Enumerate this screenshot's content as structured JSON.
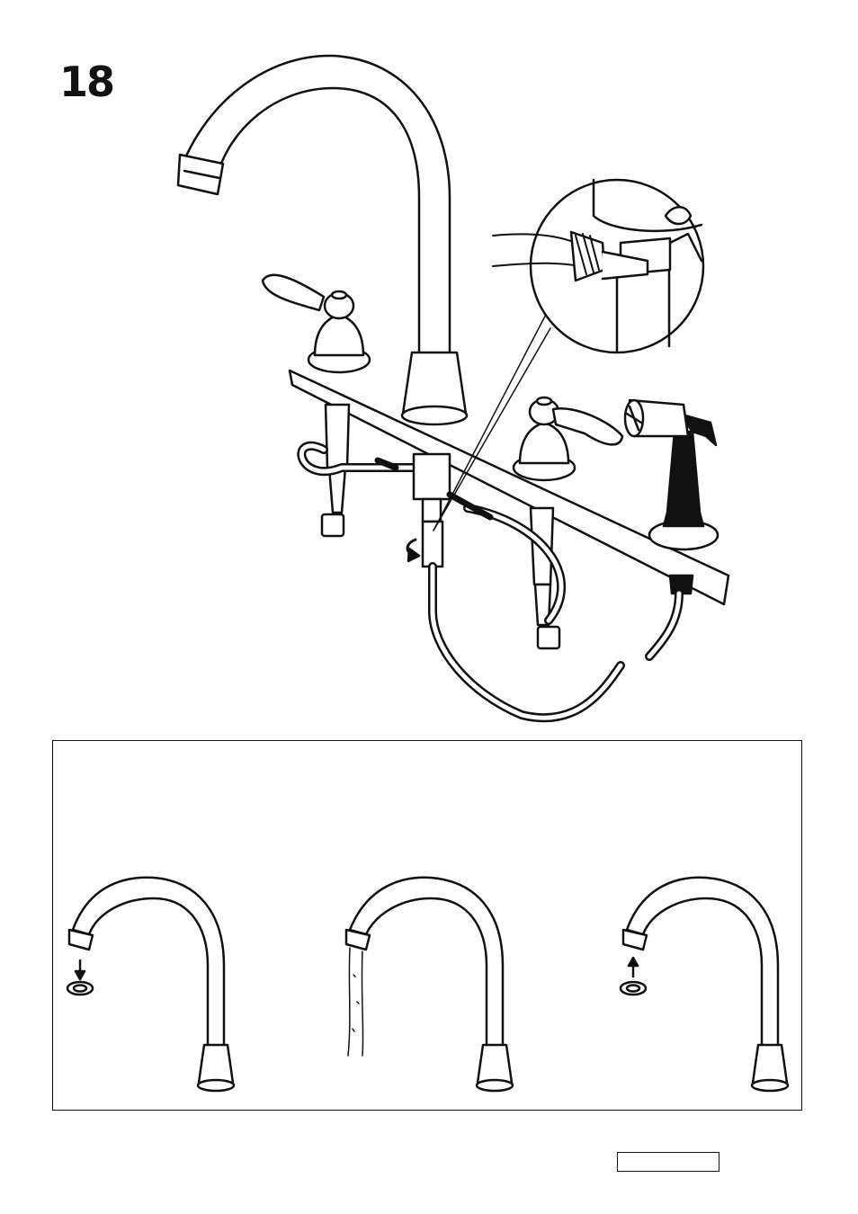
{
  "step": {
    "number": "18"
  },
  "icons": {
    "main": "faucet-installation-illustration",
    "magnifier": "wrench-detail-callout",
    "rotate": "rotate-arrow-icon",
    "sprayer": "side-sprayer",
    "step1": "aerator-remove-icon",
    "step2": "water-flush-icon",
    "step3": "aerator-reinstall-icon"
  },
  "colors": {
    "line": "#111111",
    "fill": "#ffffff"
  }
}
